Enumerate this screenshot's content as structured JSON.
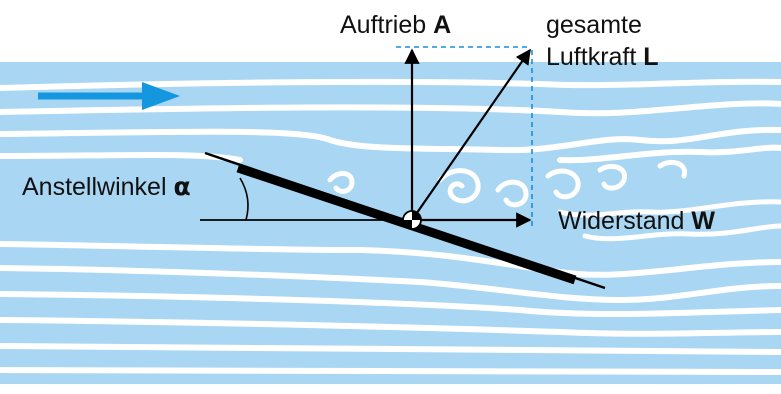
{
  "labels": {
    "lift": {
      "text": "Auftrieb",
      "symbol": "A"
    },
    "total_force": {
      "line1": "gesamte",
      "text": "Luftkraft",
      "symbol": "L"
    },
    "drag": {
      "text": "Widerstand",
      "symbol": "W"
    },
    "angle": {
      "text": "Anstellwinkel",
      "symbol": "α"
    }
  },
  "colors": {
    "flow_band": "#a9d6f2",
    "streamline": "#ffffff",
    "flow_arrow": "#1597e0",
    "wing": "#000000",
    "vectors": "#000000",
    "guide": "#1a8fd8"
  },
  "icons": {
    "flow_direction": "right-arrow-icon",
    "pivot": "center-of-pressure-icon"
  }
}
